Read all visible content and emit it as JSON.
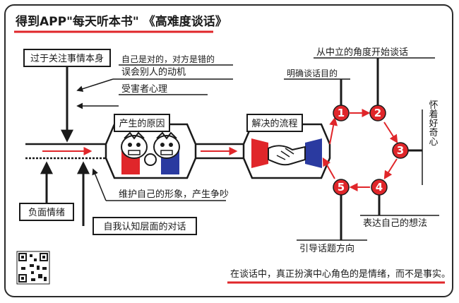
{
  "header": {
    "title": "得到APP\"每天听本书\" 《高难度谈话》"
  },
  "causes": {
    "box_title": "产生的原因",
    "overfocus": "过于关注事情本身",
    "right_wrong_1": "自己是对的，对方是错的",
    "right_wrong_2": "误会别人的动机",
    "victim": "受害者心理",
    "negative_emotion": "负面情绪",
    "self_image": "维护自己的形象，产生争吵",
    "self_cognition": "自我认知层面的对话"
  },
  "solution": {
    "box_title": "解决的流程",
    "steps": [
      {
        "num": "1",
        "label": "明确谈话目的"
      },
      {
        "num": "2",
        "label": "从中立的角度开始谈话"
      },
      {
        "num": "3",
        "label": "怀着好奇心"
      },
      {
        "num": "4",
        "label": "表达自己的想法"
      },
      {
        "num": "5",
        "label": "引导话题方向"
      }
    ]
  },
  "footer": {
    "note": "在谈话中，真正扮演中心角色的是情绪，而不是事实。"
  },
  "colors": {
    "accent": "#e0262a",
    "ink": "#1a1a1a",
    "blue": "#2a3aa0"
  },
  "icons": {
    "qr": "qr-code-icon",
    "fight": "fighting-faces-icon",
    "handshake": "handshake-icon"
  }
}
